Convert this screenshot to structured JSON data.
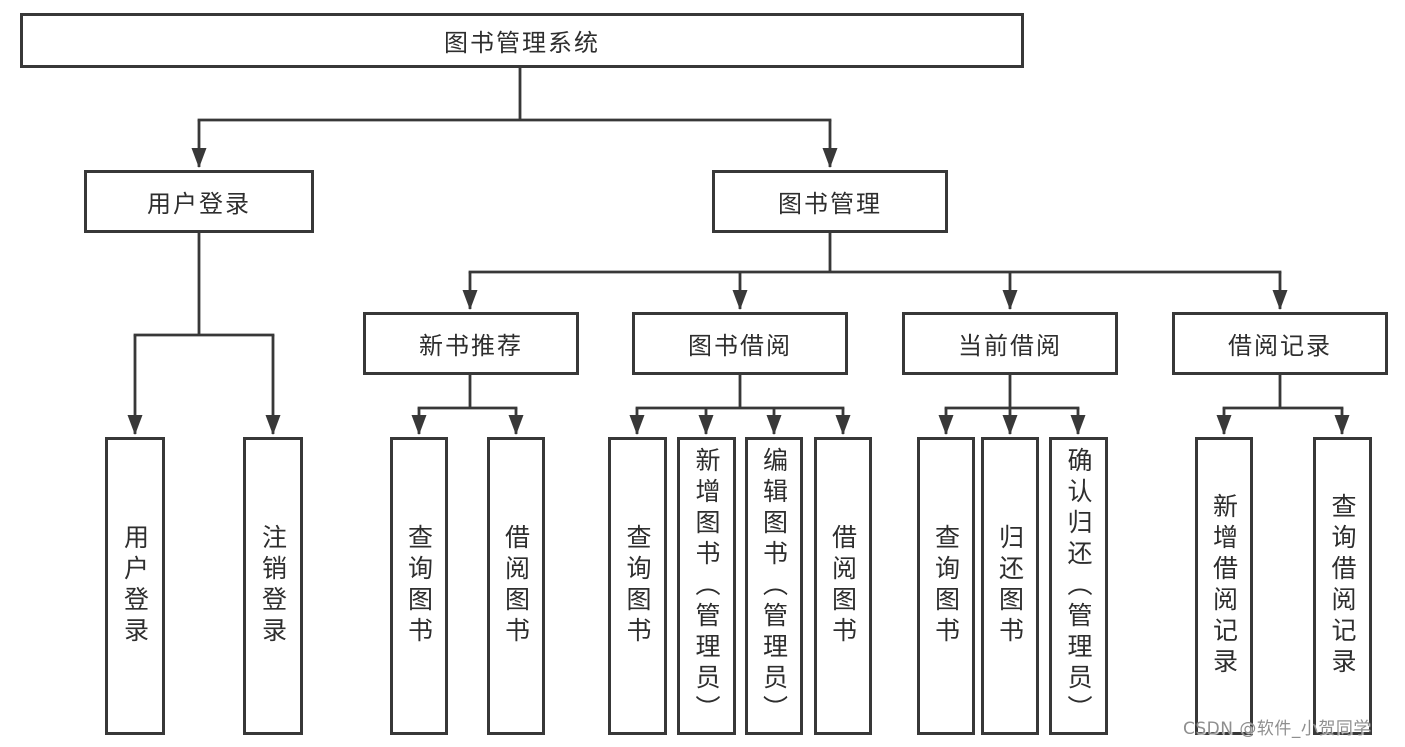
{
  "diagram": {
    "root": {
      "label": "图书管理系统"
    },
    "branches": [
      {
        "label": "用户登录",
        "children": [
          {
            "label": "用户登录"
          },
          {
            "label": "注销登录"
          }
        ]
      },
      {
        "label": "图书管理",
        "children": [
          {
            "label": "新书推荐",
            "children": [
              {
                "label": "查询图书"
              },
              {
                "label": "借阅图书"
              }
            ]
          },
          {
            "label": "图书借阅",
            "children": [
              {
                "label": "查询图书"
              },
              {
                "label": "新增图书（管理员）"
              },
              {
                "label": "编辑图书（管理员）"
              },
              {
                "label": "借阅图书"
              }
            ]
          },
          {
            "label": "当前借阅",
            "children": [
              {
                "label": "查询图书"
              },
              {
                "label": "归还图书"
              },
              {
                "label": "确认归还（管理员）"
              }
            ]
          },
          {
            "label": "借阅记录",
            "children": [
              {
                "label": "新增借阅记录"
              },
              {
                "label": "查询借阅记录"
              }
            ]
          }
        ]
      }
    ],
    "line_color": "#383838",
    "box_background": "#ffffff",
    "text_color": "#2e2e2e"
  },
  "watermark": {
    "text": "CSDN @软件_小贺同学"
  }
}
